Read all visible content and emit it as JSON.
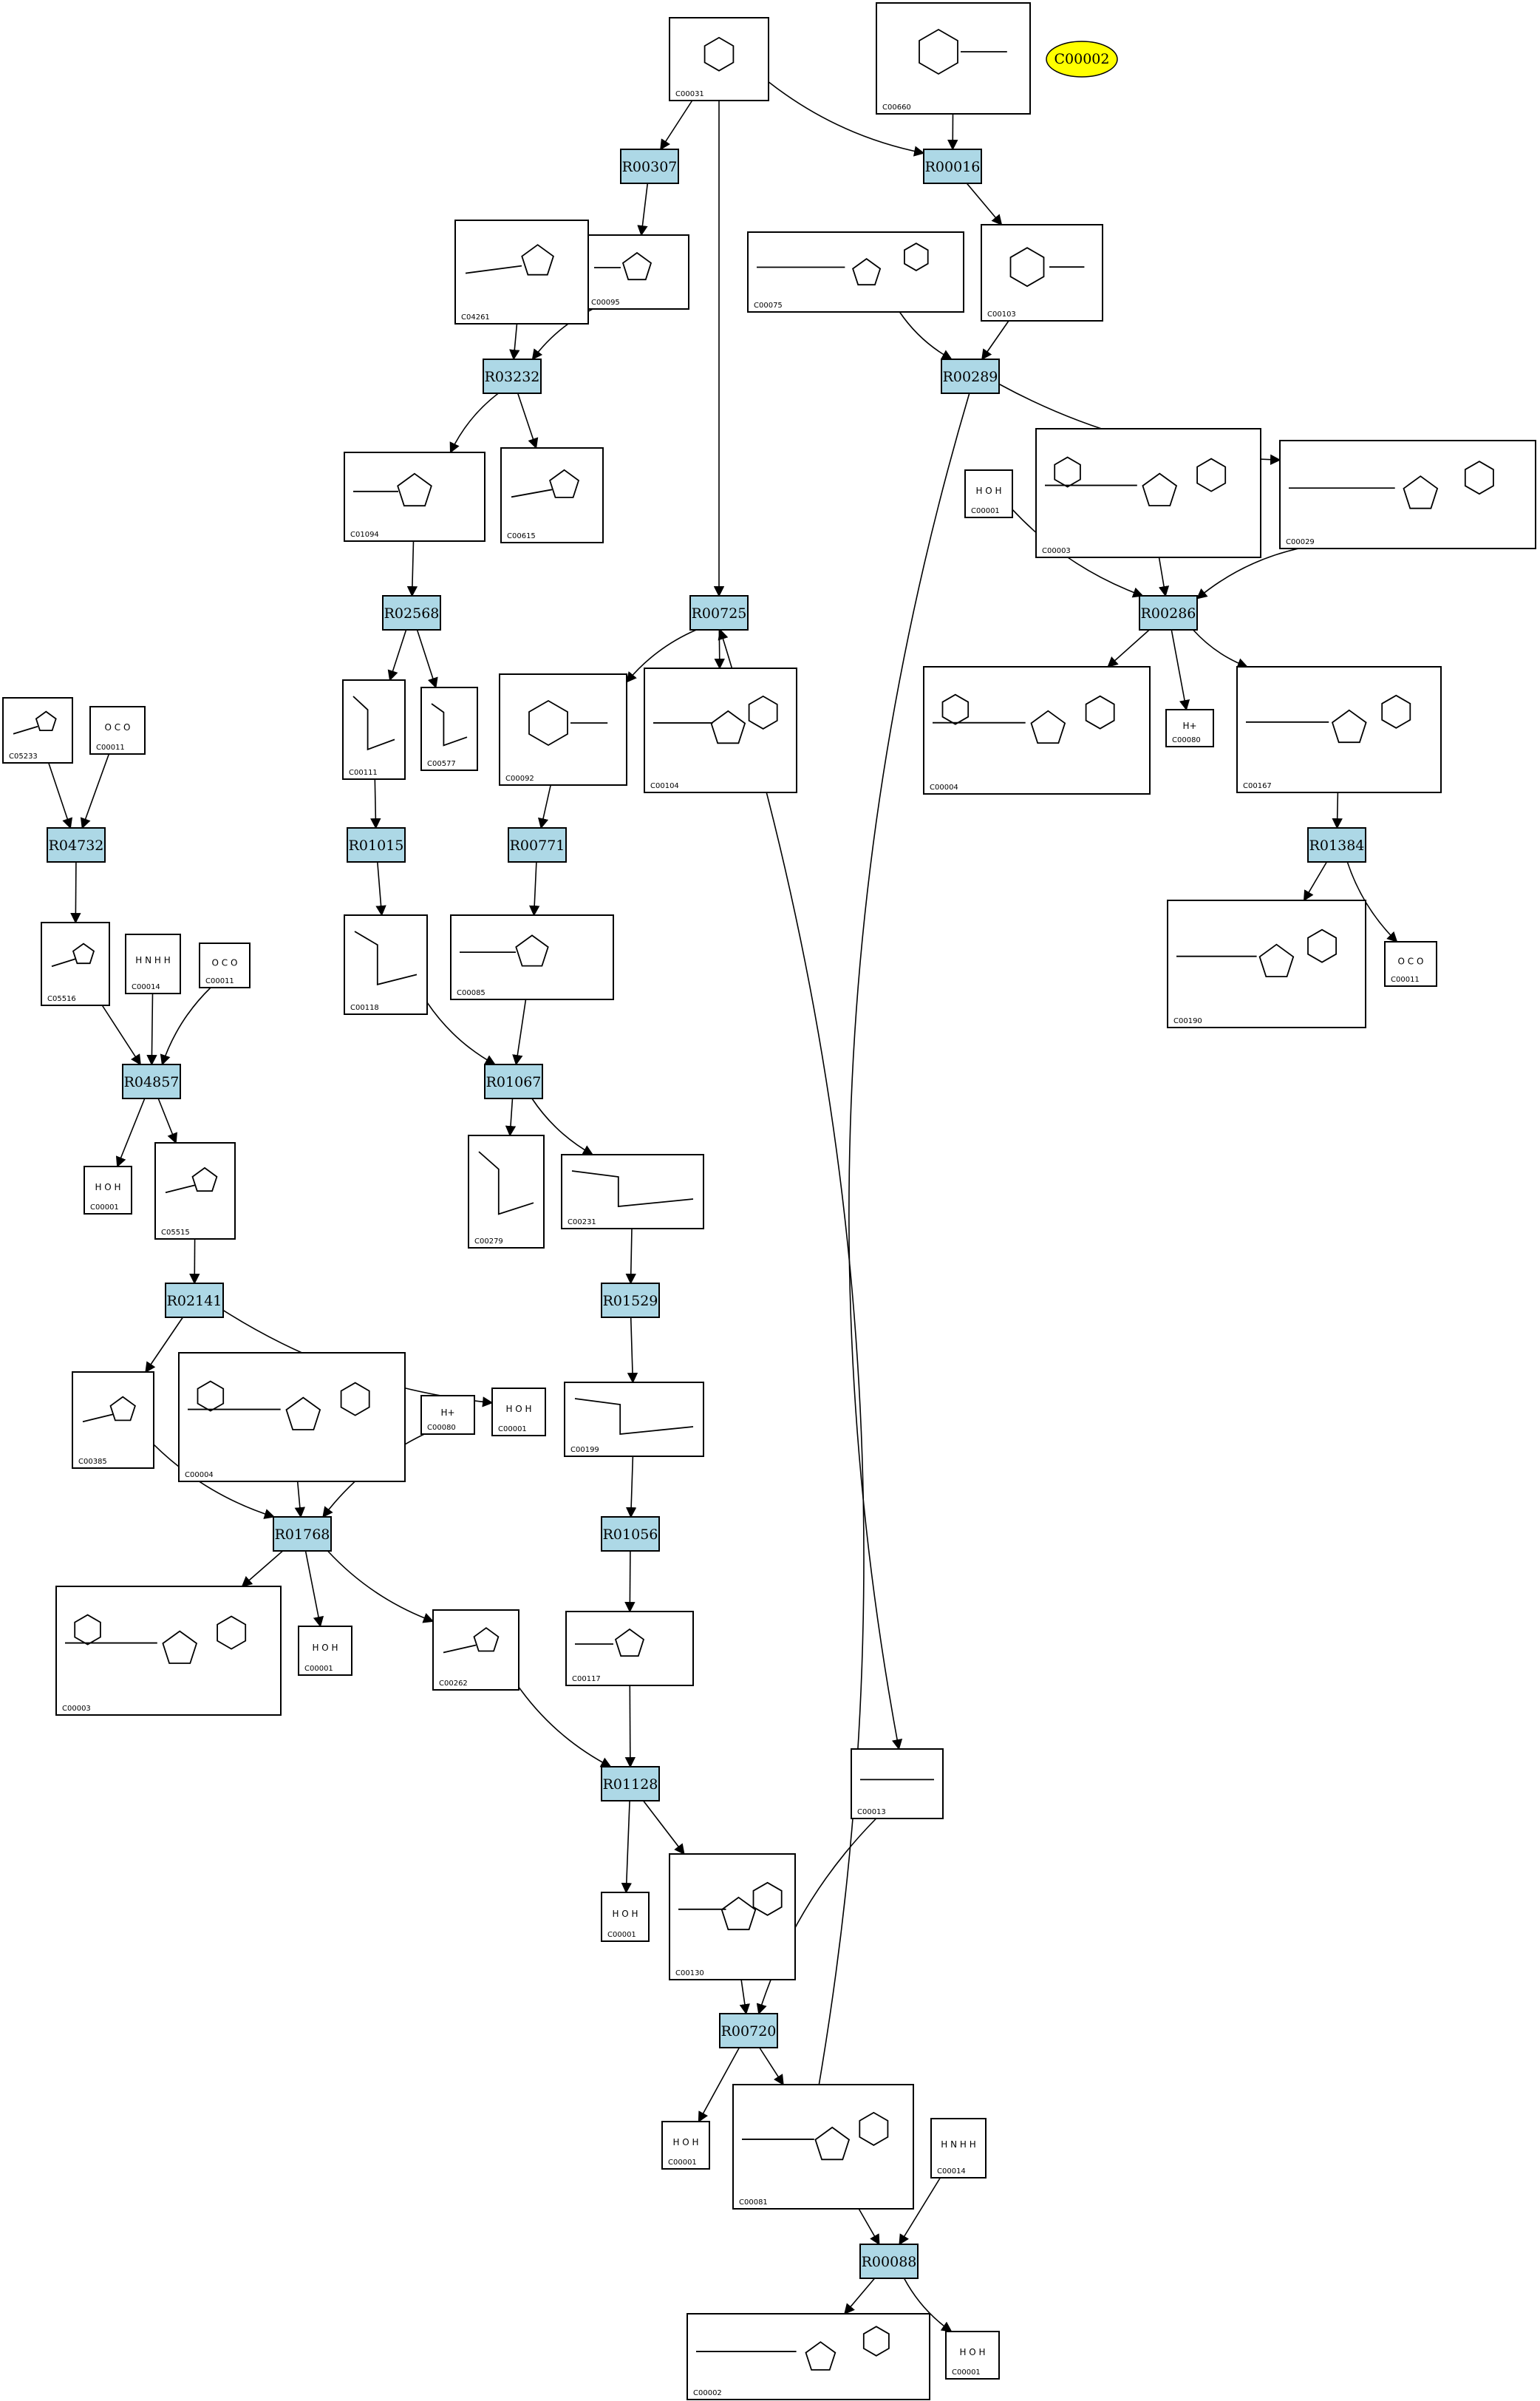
{
  "colors": {
    "reaction_fill": "#add8e6",
    "highlight_fill": "#ffff00",
    "stroke": "#000000",
    "background": "#ffffff"
  },
  "highlight": "C00002",
  "reactions": [
    "R00307",
    "R00016",
    "R03232",
    "R00289",
    "R02568",
    "R00725",
    "R00286",
    "R04732",
    "R01015",
    "R00771",
    "R01384",
    "R04857",
    "R01067",
    "R02141",
    "R01529",
    "R01768",
    "R01056",
    "R01128",
    "R00720",
    "R00088"
  ],
  "compounds": [
    {
      "id": "c-C00031",
      "label": "C00031",
      "shape": "pyranose"
    },
    {
      "id": "c-C00660",
      "label": "C00660",
      "shape": "pyranose-p"
    },
    {
      "id": "c-C00095",
      "label": "C00095",
      "shape": "furanose"
    },
    {
      "id": "c-C04261",
      "label": "C04261",
      "shape": "peptide"
    },
    {
      "id": "c-C00075",
      "label": "C00075",
      "shape": "nucleotide"
    },
    {
      "id": "c-C00103",
      "label": "C00103",
      "shape": "pyranose-p"
    },
    {
      "id": "c-C01094",
      "label": "C01094",
      "shape": "furanose"
    },
    {
      "id": "c-C00615",
      "label": "C00615",
      "shape": "peptide"
    },
    {
      "id": "c-C00001a",
      "label": "C00001",
      "shape": "water",
      "text": "H O H"
    },
    {
      "id": "c-C00003a",
      "label": "C00003",
      "shape": "nad"
    },
    {
      "id": "c-C00029",
      "label": "C00029",
      "shape": "nucleotide"
    },
    {
      "id": "c-C05233",
      "label": "C05233",
      "shape": "ring"
    },
    {
      "id": "c-C00011a",
      "label": "C00011",
      "shape": "co2",
      "text": "O C O"
    },
    {
      "id": "c-C00111",
      "label": "C00111",
      "shape": "chain"
    },
    {
      "id": "c-C00577",
      "label": "C00577",
      "shape": "chain"
    },
    {
      "id": "c-C00092",
      "label": "C00092",
      "shape": "pyranose-p"
    },
    {
      "id": "c-C00104",
      "label": "C00104",
      "shape": "nucleotide"
    },
    {
      "id": "c-C00004a",
      "label": "C00004",
      "shape": "nad"
    },
    {
      "id": "c-C00080a",
      "label": "C00080",
      "shape": "proton",
      "text": "H+"
    },
    {
      "id": "c-C00167",
      "label": "C00167",
      "shape": "nucleotide"
    },
    {
      "id": "c-C05516",
      "label": "C05516",
      "shape": "ring"
    },
    {
      "id": "c-C00014a",
      "label": "C00014",
      "shape": "ammonia",
      "text": "H N H H"
    },
    {
      "id": "c-C00011b",
      "label": "C00011",
      "shape": "co2",
      "text": "O C O"
    },
    {
      "id": "c-C00118",
      "label": "C00118",
      "shape": "chain"
    },
    {
      "id": "c-C00085",
      "label": "C00085",
      "shape": "furanose"
    },
    {
      "id": "c-C00190",
      "label": "C00190",
      "shape": "nucleotide"
    },
    {
      "id": "c-C00011c",
      "label": "C00011",
      "shape": "co2",
      "text": "O C O"
    },
    {
      "id": "c-C00001b",
      "label": "C00001",
      "shape": "water",
      "text": "H O H"
    },
    {
      "id": "c-C05515",
      "label": "C05515",
      "shape": "ring"
    },
    {
      "id": "c-C00279",
      "label": "C00279",
      "shape": "chain"
    },
    {
      "id": "c-C00231",
      "label": "C00231",
      "shape": "chain"
    },
    {
      "id": "c-C00385",
      "label": "C00385",
      "shape": "ring"
    },
    {
      "id": "c-C00004b",
      "label": "C00004",
      "shape": "nad"
    },
    {
      "id": "c-C00080b",
      "label": "C00080",
      "shape": "proton",
      "text": "H+"
    },
    {
      "id": "c-C00001c",
      "label": "C00001",
      "shape": "water",
      "text": "H O H"
    },
    {
      "id": "c-C00199",
      "label": "C00199",
      "shape": "chain"
    },
    {
      "id": "c-C00003b",
      "label": "C00003",
      "shape": "nad"
    },
    {
      "id": "c-C00001d",
      "label": "C00001",
      "shape": "water",
      "text": "H O H"
    },
    {
      "id": "c-C00262",
      "label": "C00262",
      "shape": "ring"
    },
    {
      "id": "c-C00117",
      "label": "C00117",
      "shape": "furanose"
    },
    {
      "id": "c-C00013",
      "label": "C00013",
      "shape": "diphosphate"
    },
    {
      "id": "c-C00001e",
      "label": "C00001",
      "shape": "water",
      "text": "H O H"
    },
    {
      "id": "c-C00130",
      "label": "C00130",
      "shape": "nucleotide"
    },
    {
      "id": "c-C00001f",
      "label": "C00001",
      "shape": "water",
      "text": "H O H"
    },
    {
      "id": "c-C00081",
      "label": "C00081",
      "shape": "nucleotide"
    },
    {
      "id": "c-C00014b",
      "label": "C00014",
      "shape": "ammonia",
      "text": "H N H H"
    },
    {
      "id": "c-C00002",
      "label": "C00002",
      "shape": "nucleotide"
    },
    {
      "id": "c-C00001g",
      "label": "C00001",
      "shape": "water",
      "text": "H O H"
    }
  ],
  "edges": [
    [
      "c-C00031",
      "R00307"
    ],
    [
      "c-C00031",
      "R00016"
    ],
    [
      "c-C00031",
      "R00725"
    ],
    [
      "c-C00660",
      "R00016"
    ],
    [
      "R00307",
      "c-C00095"
    ],
    [
      "R00016",
      "c-C00103"
    ],
    [
      "c-C04261",
      "R03232"
    ],
    [
      "c-C00095",
      "R03232"
    ],
    [
      "c-C00075",
      "R00289"
    ],
    [
      "c-C00103",
      "R00289"
    ],
    [
      "R03232",
      "c-C01094"
    ],
    [
      "R03232",
      "c-C00615"
    ],
    [
      "R00289",
      "c-C00029"
    ],
    [
      "R00289",
      "c-C00013"
    ],
    [
      "c-C01094",
      "R02568"
    ],
    [
      "c-C00001a",
      "R00286"
    ],
    [
      "c-C00003a",
      "R00286"
    ],
    [
      "c-C00029",
      "R00286"
    ],
    [
      "R02568",
      "c-C00111"
    ],
    [
      "R02568",
      "c-C00577"
    ],
    [
      "R00725",
      "c-C00092"
    ],
    [
      "R00725",
      "c-C00104"
    ],
    [
      "R00286",
      "c-C00004a"
    ],
    [
      "R00286",
      "c-C00080a"
    ],
    [
      "R00286",
      "c-C00167"
    ],
    [
      "c-C05233",
      "R04732"
    ],
    [
      "c-C00011a",
      "R04732"
    ],
    [
      "c-C00111",
      "R01015"
    ],
    [
      "c-C00092",
      "R00771"
    ],
    [
      "c-C00167",
      "R01384"
    ],
    [
      "R04732",
      "c-C05516"
    ],
    [
      "R01015",
      "c-C00118"
    ],
    [
      "R00771",
      "c-C00085"
    ],
    [
      "R01384",
      "c-C00190"
    ],
    [
      "R01384",
      "c-C00011c"
    ],
    [
      "c-C05516",
      "R04857"
    ],
    [
      "c-C00014a",
      "R04857"
    ],
    [
      "c-C00011b",
      "R04857"
    ],
    [
      "c-C00118",
      "R01067"
    ],
    [
      "c-C00085",
      "R01067"
    ],
    [
      "R04857",
      "c-C00001b"
    ],
    [
      "R04857",
      "c-C05515"
    ],
    [
      "R01067",
      "c-C00279"
    ],
    [
      "R01067",
      "c-C00231"
    ],
    [
      "c-C05515",
      "R02141"
    ],
    [
      "c-C00231",
      "R01529"
    ],
    [
      "R02141",
      "c-C00385"
    ],
    [
      "R02141",
      "c-C00001c"
    ],
    [
      "R01529",
      "c-C00199"
    ],
    [
      "c-C00385",
      "R01768"
    ],
    [
      "c-C00004b",
      "R01768"
    ],
    [
      "c-C00080b",
      "R01768"
    ],
    [
      "c-C00199",
      "R01056"
    ],
    [
      "R01768",
      "c-C00003b"
    ],
    [
      "R01768",
      "c-C00001d"
    ],
    [
      "R01768",
      "c-C00262"
    ],
    [
      "R01056",
      "c-C00117"
    ],
    [
      "c-C00262",
      "R01128"
    ],
    [
      "c-C00117",
      "R01128"
    ],
    [
      "R01128",
      "c-C00001e"
    ],
    [
      "R01128",
      "c-C00130"
    ],
    [
      "c-C00130",
      "R00720"
    ],
    [
      "c-C00013",
      "R00720"
    ],
    [
      "R00720",
      "c-C00001f"
    ],
    [
      "R00720",
      "c-C00081"
    ],
    [
      "c-C00081",
      "R00725"
    ],
    [
      "c-C00081",
      "R00088"
    ],
    [
      "c-C00014b",
      "R00088"
    ],
    [
      "R00088",
      "c-C00002"
    ],
    [
      "R00088",
      "c-C00001g"
    ]
  ]
}
